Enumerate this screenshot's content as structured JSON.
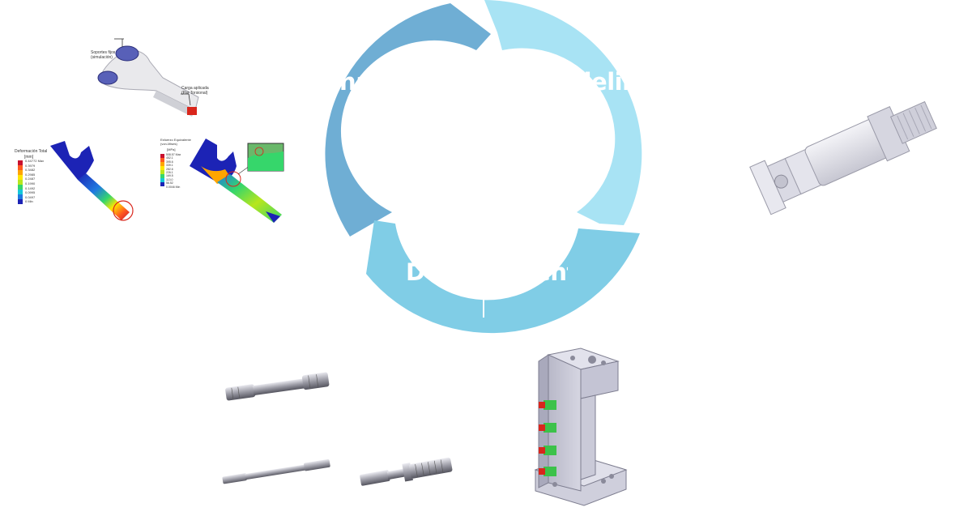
{
  "cycle": {
    "labels": {
      "analysis": "Analysis",
      "modeling": "Modeling",
      "development": "Development"
    },
    "colors": {
      "analysis": "#6faed4",
      "modeling": "#a8e3f4",
      "development": "#80cde6"
    }
  },
  "fea_figures": {
    "support_label": "Soportes fijos (simulación)",
    "load_label": "Carga aplicada (Par Torsional)",
    "deformation_title": "Deformación Total",
    "deformation_unit": "[mm]",
    "deformation_scale": [
      "0.44772 Max",
      "0.3979",
      "0.3482",
      "0.2985",
      "0.2487",
      "0.1990",
      "0.1492",
      "0.0995",
      "0.0497",
      "0 Min"
    ],
    "stress_title": "Esfuerzo Equivalente (von-Mises)",
    "stress_unit": "[MPa]",
    "stress_scale": [
      "508.57 Max",
      "452.1",
      "395.6",
      "339.1",
      "282.6",
      "226.1",
      "169.5",
      "113.0",
      "56.52",
      "0.0046 Min"
    ]
  }
}
